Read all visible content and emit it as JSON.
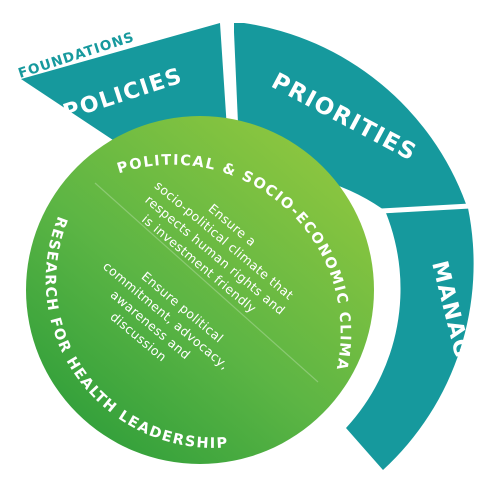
{
  "diagram": {
    "foundations_label": "FOUNDATIONS",
    "segments": [
      {
        "label": "POLICIES"
      },
      {
        "label": "PRIORITIES"
      },
      {
        "label": "MANAGEMENT"
      }
    ],
    "circle_titles": {
      "top": "POLITICAL & SOCIO-ECONOMIC CLIMATE",
      "bottom": "RESEARCH FOR HEALTH LEADERSHIP"
    },
    "upper_text": [
      "Ensure a",
      "socio-political climate that",
      "respects human rights and",
      "is investment friendly"
    ],
    "lower_text": [
      "Ensure political",
      "commitment, advocacy,",
      "awareness and",
      "discussion"
    ],
    "colors": {
      "ring": "#16999d",
      "circle_light": "#8cc63f",
      "circle_dark": "#2f9e3a",
      "foundations_text": "#16999d"
    }
  }
}
